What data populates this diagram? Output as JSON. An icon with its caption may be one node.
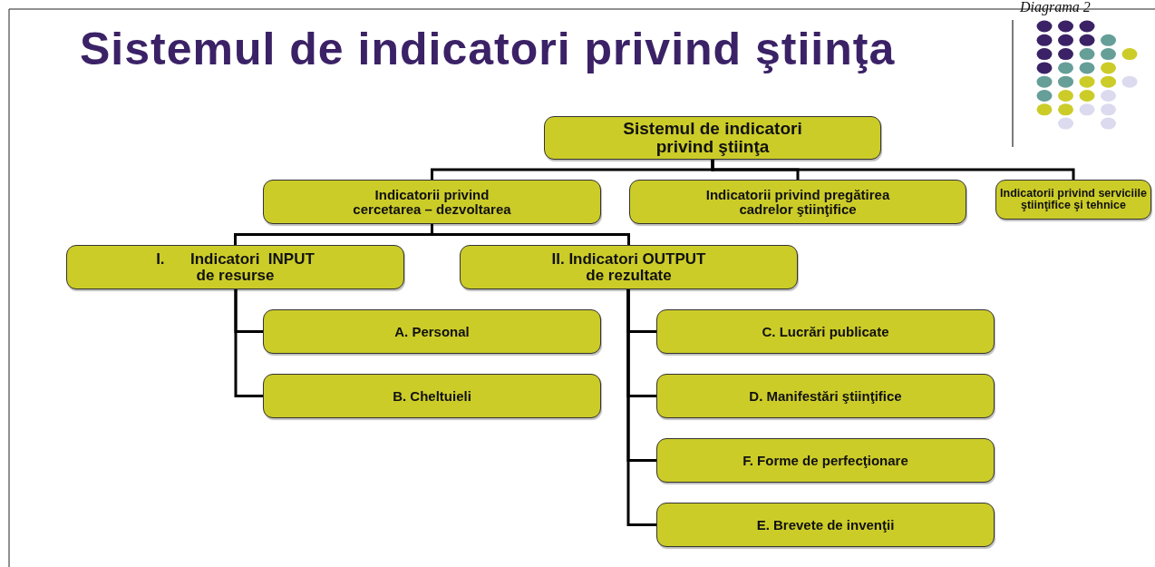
{
  "diagram": {
    "title": "Sistemul de indicatori privind ştiinţa",
    "nodes": [
      {
        "text": [
          "Sistemul de indicatori privind ştiinţa"
        ]
      },
      {
        "text": [
          "Indicatorii privind cercetarea – dezvoltarea"
        ]
      },
      {
        "text": [
          "Indicatorii privind pregătirea cadrelor ştiinţifice"
        ]
      },
      {
        "text": [
          "Indicatorii privind serviciile ştiinţifice şi tehnice"
        ]
      },
      {
        "text": [
          "I.      Indicatori  INPUT de resurse"
        ]
      },
      {
        "text": [
          "II. Indicatori OUTPUT de rezultate"
        ]
      },
      {
        "text": [
          "A. Personal"
        ]
      },
      {
        "text": [
          "B. Cheltuieli"
        ]
      },
      {
        "text": [
          "C. Lucrări publicate"
        ]
      },
      {
        "text": [
          "D. Manifestări ştiinţifice"
        ]
      },
      {
        "text": [
          "F. Forme de perfecţionare"
        ]
      },
      {
        "text": [
          "E. Brevete de invenţii"
        ]
      }
    ],
    "edges": [
      {
        "from": 0,
        "to": 1,
        "arrow": "none"
      },
      {
        "from": 0,
        "to": 2,
        "arrow": "none"
      },
      {
        "from": 0,
        "to": 3,
        "arrow": "none"
      },
      {
        "from": 1,
        "to": 4,
        "arrow": "none"
      },
      {
        "from": 1,
        "to": 5,
        "arrow": "none"
      },
      {
        "from": 4,
        "to": 6,
        "arrow": "none"
      },
      {
        "from": 4,
        "to": 7,
        "arrow": "none"
      },
      {
        "from": 5,
        "to": 8,
        "arrow": "none"
      },
      {
        "from": 5,
        "to": 9,
        "arrow": "none"
      },
      {
        "from": 5,
        "to": 10,
        "arrow": "none"
      },
      {
        "from": 5,
        "to": 11,
        "arrow": "none"
      }
    ],
    "labels": [
      "Diagrama 2"
    ]
  }
}
